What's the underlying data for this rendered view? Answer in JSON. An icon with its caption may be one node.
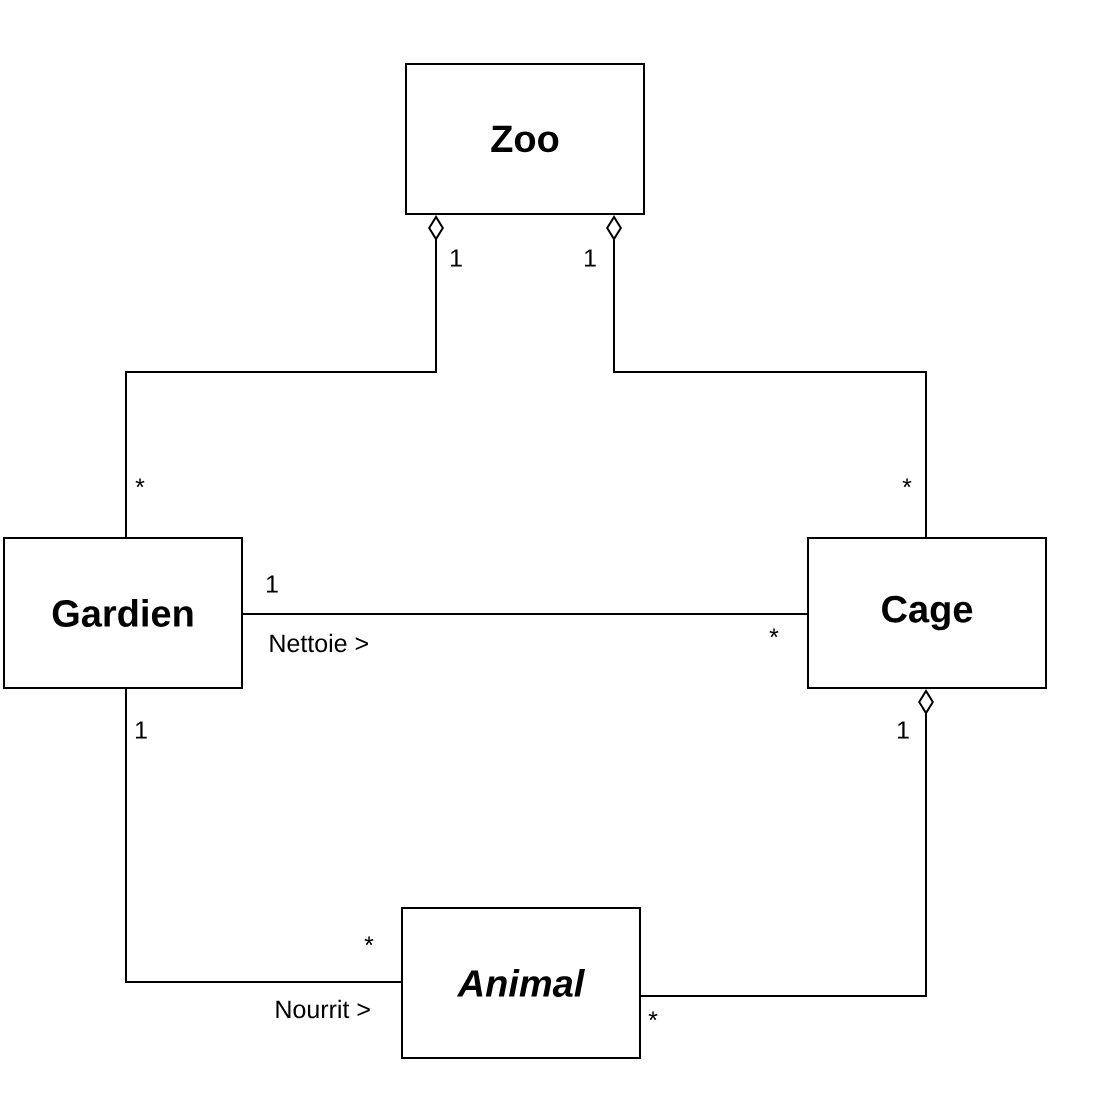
{
  "diagram": {
    "nodes": [
      {
        "text": [
          "Zoo"
        ]
      },
      {
        "text": [
          "Gardien"
        ]
      },
      {
        "text": [
          "Cage"
        ]
      },
      {
        "text": [
          "Animal"
        ]
      }
    ],
    "edges": [
      {
        "from": 0,
        "to": 1,
        "arrow": "other"
      },
      {
        "from": 0,
        "to": 2,
        "arrow": "other"
      },
      {
        "from": 1,
        "to": 2,
        "arrow": "none",
        "label": "Nettoie >"
      },
      {
        "from": 1,
        "to": 3,
        "arrow": "none",
        "label": "Nourrit >"
      },
      {
        "from": 2,
        "to": 3,
        "arrow": "other"
      }
    ],
    "labels": [
      "1",
      "1",
      "*",
      "*",
      "1",
      "*",
      "1",
      "1",
      "*",
      "*"
    ]
  }
}
